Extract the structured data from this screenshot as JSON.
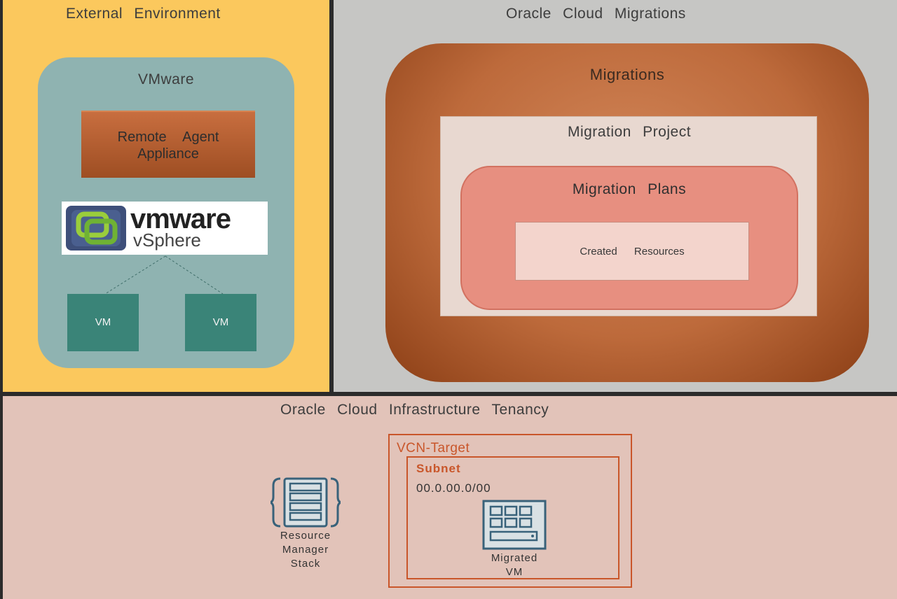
{
  "external": {
    "title": "External Environment",
    "vmware_box": {
      "title": "VMware",
      "remote_agent": "Remote Agent Appliance",
      "logo_text_main": "vmware",
      "logo_text_sub": "vSphere",
      "vms": [
        "VM",
        "VM"
      ]
    }
  },
  "oracle": {
    "title": "Oracle Cloud Migrations",
    "migrations": {
      "title": "Migrations",
      "project": "Migration Project",
      "plans": "Migration Plans",
      "created": "Created Resources"
    }
  },
  "tenancy": {
    "title": "Oracle Cloud Infrastructure Tenancy",
    "stack": {
      "line1": "Resource",
      "line2": "Manager",
      "line3": "Stack"
    },
    "vcn": {
      "label": "VCN-Target",
      "subnet_label": "Subnet",
      "cidr": "00.0.00.0/00",
      "vm_line1": "Migrated",
      "vm_line2": "VM"
    }
  },
  "icons": [
    "resource-manager-stack-icon",
    "migrated-vm-icon",
    "vsphere-logo-icon"
  ],
  "colors": {
    "external_bg": "#fbc85d",
    "oracle_bg": "#c6c6c4",
    "tenancy_bg": "#e2c3b9",
    "accent": "#c9562a"
  }
}
